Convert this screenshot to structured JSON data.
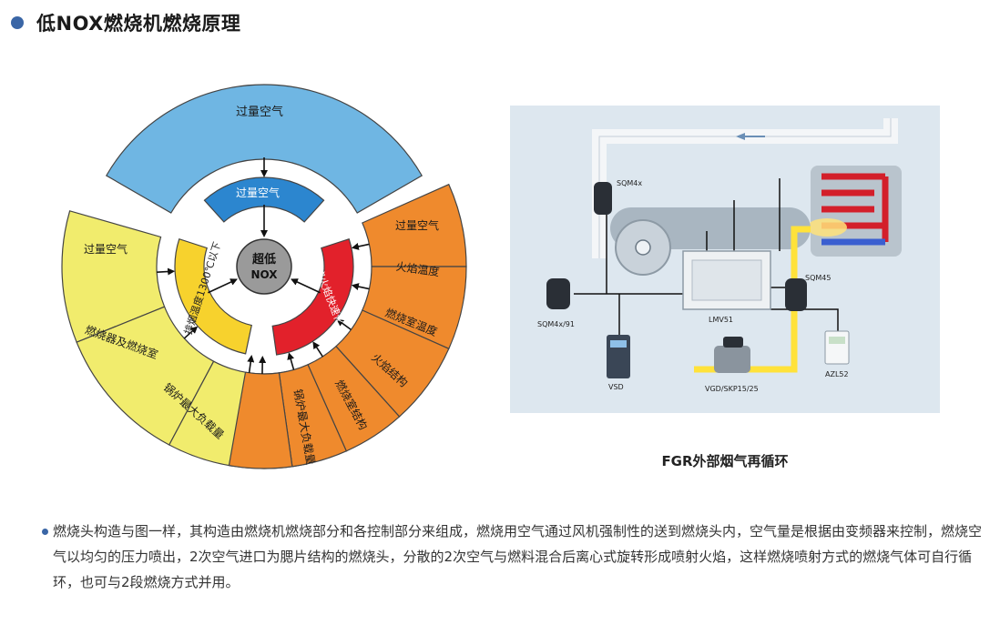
{
  "header": {
    "title": "低NOX燃烧机燃烧原理"
  },
  "colors": {
    "accent": "#3a66a6",
    "sky": "#6fb6e3",
    "blue": "#2c86cf",
    "yellow": "#f1ec6d",
    "gold": "#f7d22d",
    "orange": "#ef8a2d",
    "red": "#e2212b",
    "gray": "#9a9a9a"
  },
  "wheel": {
    "center_line1": "超低",
    "center_line2": "NOX",
    "outer_top": "过量空气",
    "inner_blue": "过量空气",
    "inner_yellow": "排烟温度1300℃以下",
    "inner_red": "燃烧火焰快速化",
    "left_segments": [
      "过量空气",
      "燃烧器及燃烧室",
      "锅炉最大负载量"
    ],
    "right_segments": [
      "过量空气",
      "火焰温度",
      "燃烧室温度",
      "火焰结构",
      "燃烧室结构",
      "锅炉最大负载量"
    ]
  },
  "fgr": {
    "components": {
      "sqm4x": "SQM4x",
      "sqm4x91": "SQM4x/91",
      "lmv51": "LMV51",
      "vsd": "VSD",
      "sqm45": "SQM45",
      "vgd": "VGD/SKP15/25",
      "azl52": "AZL52"
    },
    "caption": "FGR外部烟气再循环"
  },
  "description": "燃烧头构造与图一样，其构造由燃烧机燃烧部分和各控制部分来组成，燃烧用空气通过风机强制性的送到燃烧头内，空气量是根据由变频器来控制，燃烧空气以均匀的压力喷出，2次空气进口为腮片结构的燃烧头，分散的2次空气与燃料混合后离心式旋转形成喷射火焰，这样燃烧喷射方式的燃烧气体可自行循环，也可与2段燃烧方式并用。"
}
